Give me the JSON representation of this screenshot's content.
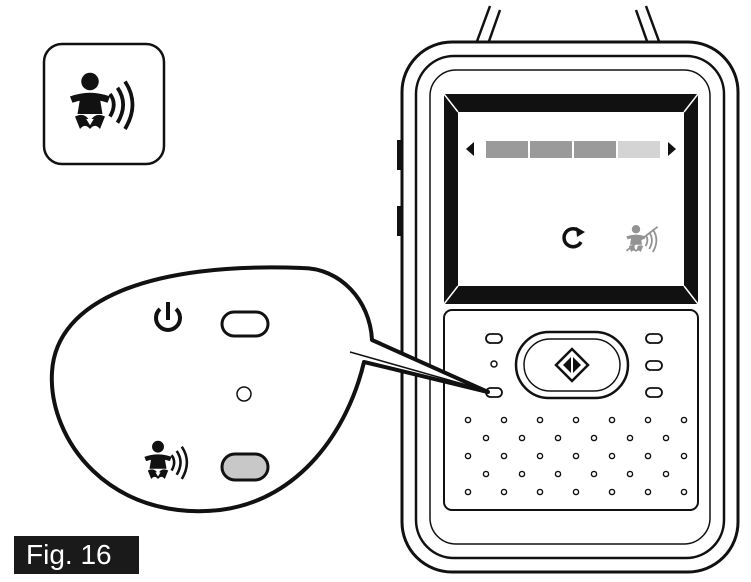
{
  "figure": {
    "label": "Fig. 16"
  },
  "icons": {
    "sound_activation": "baby-sound-icon",
    "power": "power-icon",
    "refresh": "refresh-icon",
    "sound_off": "baby-sound-off-icon",
    "nav_button": "diamond-nav-icon"
  },
  "volume_indicator": {
    "segments_total": 4,
    "segments_filled": 3,
    "colors": {
      "filled": "#9a9a9a",
      "empty": "#d4d4d4"
    }
  },
  "callout": {
    "power_led_state": "off",
    "sound_led_state": "on"
  },
  "colors": {
    "line": "#111111",
    "led_on": "#c8c8c8",
    "label_bg": "#1a1a1a",
    "label_text": "#ffffff"
  }
}
